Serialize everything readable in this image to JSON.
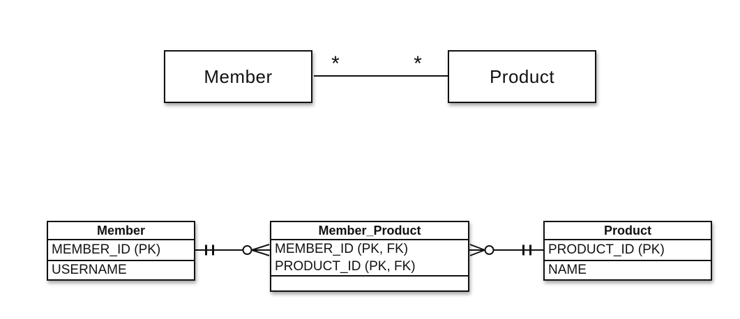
{
  "colors": {
    "background": "#ffffff",
    "line": "#111111",
    "shape_fill": "#ffffff",
    "shadow": "rgba(0,0,0,0.35)"
  },
  "uml_class_diagram": {
    "classes": [
      {
        "label": "Member"
      },
      {
        "label": "Product"
      }
    ],
    "association": {
      "left_multiplicity": "*",
      "right_multiplicity": "*"
    }
  },
  "er_diagram": {
    "tables": {
      "member": {
        "title": "Member",
        "attributes": [
          "MEMBER_ID (PK)",
          "USERNAME"
        ]
      },
      "member_product": {
        "title": "Member_Product",
        "attributes": [
          "MEMBER_ID (PK, FK)",
          "PRODUCT_ID (PK, FK)"
        ],
        "empty_row": ""
      },
      "product": {
        "title": "Product",
        "attributes": [
          "PRODUCT_ID (PK)",
          "NAME"
        ]
      }
    },
    "connectors": [
      {
        "from": "Member",
        "to": "Member_Product",
        "from_symbol": "one-and-only-one",
        "to_symbol": "zero-or-many"
      },
      {
        "from": "Member_Product",
        "to": "Product",
        "from_symbol": "zero-or-many",
        "to_symbol": "one-and-only-one"
      }
    ]
  }
}
